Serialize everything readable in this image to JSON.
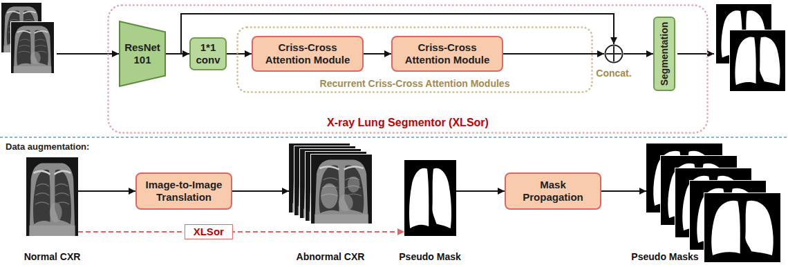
{
  "diagram": {
    "nodes": [
      {
        "text": [
          "X-ray Lung Segmentor (XLSor)"
        ]
      },
      {
        "text": [
          "ResNet 101"
        ],
        "in": 0
      },
      {
        "text": [
          "1*1 conv"
        ],
        "in": 0
      },
      {
        "text": [
          "Recurrent Criss-Cross Attention Modules"
        ],
        "in": 0
      },
      {
        "text": [
          "Criss-Cross Attention Module"
        ],
        "in": 3
      },
      {
        "text": [
          "Criss-Cross Attention Module"
        ],
        "in": 3
      },
      {
        "text": [
          "Concat."
        ],
        "in": 0
      },
      {
        "text": [
          "Segmentation"
        ],
        "in": 0
      },
      {
        "text": [
          "Normal CXR"
        ]
      },
      {
        "text": [
          "Image-to-Image Translation"
        ]
      },
      {
        "text": [
          "Abnormal CXR"
        ]
      },
      {
        "text": [
          "Pseudo Mask"
        ]
      },
      {
        "text": [
          "Mask Propagation"
        ]
      },
      {
        "text": [
          "Pseudo Masks"
        ]
      }
    ],
    "edges": [
      {
        "from": 1,
        "to": 2,
        "arrow": "to"
      },
      {
        "from": 2,
        "to": 4,
        "arrow": "to"
      },
      {
        "from": 4,
        "to": 5,
        "arrow": "to"
      },
      {
        "from": 5,
        "to": 6,
        "arrow": "to"
      },
      {
        "from": 1,
        "to": 6,
        "arrow": "to"
      },
      {
        "from": 6,
        "to": 7,
        "arrow": "to"
      },
      {
        "from": 8,
        "to": 9,
        "arrow": "to"
      },
      {
        "from": 9,
        "to": 10,
        "arrow": "to"
      },
      {
        "from": 8,
        "to": 11,
        "label": "XLSor",
        "arrow": "to"
      },
      {
        "from": 11,
        "to": 12,
        "arrow": "to"
      },
      {
        "from": 12,
        "to": 13,
        "arrow": "to"
      }
    ],
    "labels": [
      "Data augmentation:"
    ]
  }
}
